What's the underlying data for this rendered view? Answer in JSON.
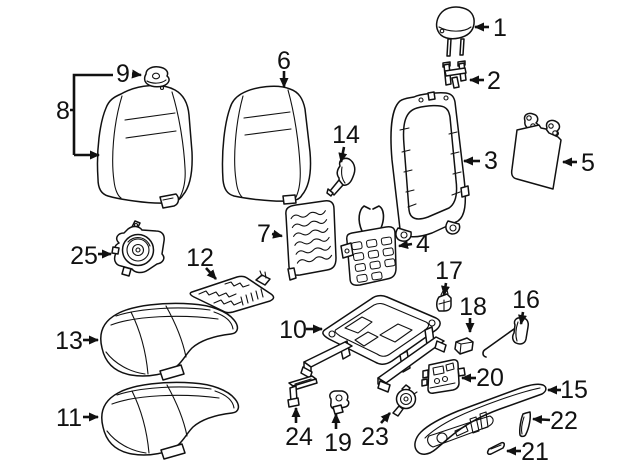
{
  "diagram": {
    "background": "#ffffff",
    "line_color": "#111111",
    "callouts": {
      "c1": {
        "label": "1"
      },
      "c2": {
        "label": "2"
      },
      "c3": {
        "label": "3"
      },
      "c4": {
        "label": "4"
      },
      "c5": {
        "label": "5"
      },
      "c6": {
        "label": "6"
      },
      "c7": {
        "label": "7"
      },
      "c8": {
        "label": "8"
      },
      "c9": {
        "label": "9"
      },
      "c10": {
        "label": "10"
      },
      "c11": {
        "label": "11"
      },
      "c12": {
        "label": "12"
      },
      "c13": {
        "label": "13"
      },
      "c14": {
        "label": "14"
      },
      "c15": {
        "label": "15"
      },
      "c16": {
        "label": "16"
      },
      "c17": {
        "label": "17"
      },
      "c18": {
        "label": "18"
      },
      "c19": {
        "label": "19"
      },
      "c20": {
        "label": "20"
      },
      "c21": {
        "label": "21"
      },
      "c22": {
        "label": "22"
      },
      "c23": {
        "label": "23"
      },
      "c24": {
        "label": "24"
      },
      "c25": {
        "label": "25"
      }
    }
  }
}
